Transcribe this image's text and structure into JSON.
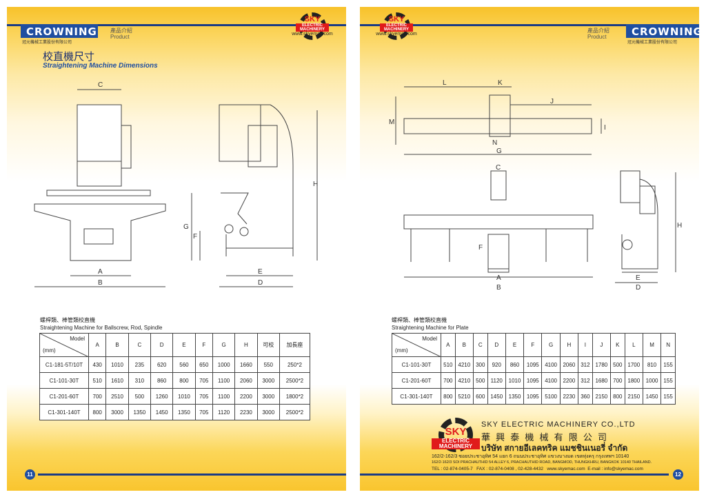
{
  "brand": {
    "name": "CROWNING",
    "sub": "冠元機械工業股份有限公司",
    "product_zh": "產品介紹",
    "product_en": "Product"
  },
  "sky_logo": {
    "sky": "SKY",
    "line1": "ELECTRIC",
    "line2": "MACHINERY",
    "url": "www.skyemac.com"
  },
  "left": {
    "title_zh": "校直機尺寸",
    "title_en": "Straightening Machine Dimensions",
    "drawing_labels": {
      "front": [
        "C",
        "A",
        "B"
      ],
      "side": [
        "H",
        "G",
        "F",
        "E",
        "D"
      ]
    },
    "table": {
      "caption_zh": "螺桿類、棒管類校直機",
      "caption_en": "Straightening Machine for Ballscrew, Rod, Spindle",
      "corner_model": "Model",
      "corner_unit": "(mm)",
      "headers": [
        "A",
        "B",
        "C",
        "D",
        "E",
        "F",
        "G",
        "H",
        "可校",
        "加長座"
      ],
      "rows": [
        [
          "C1-181-5T/10T",
          "430",
          "1010",
          "235",
          "620",
          "560",
          "650",
          "1000",
          "1660",
          "550",
          "250*2"
        ],
        [
          "C1-101-30T",
          "510",
          "1610",
          "310",
          "860",
          "800",
          "705",
          "1100",
          "2060",
          "3000",
          "2500*2"
        ],
        [
          "C1-201-60T",
          "700",
          "2510",
          "500",
          "1260",
          "1010",
          "705",
          "1100",
          "2200",
          "3000",
          "1800*2"
        ],
        [
          "C1-301-140T",
          "800",
          "3000",
          "1350",
          "1450",
          "1350",
          "705",
          "1120",
          "2230",
          "3000",
          "2500*2"
        ]
      ]
    },
    "page_number": "11"
  },
  "right": {
    "drawing_labels": {
      "top": [
        "L",
        "K",
        "J",
        "M",
        "I",
        "N",
        "G"
      ],
      "front": [
        "C",
        "F",
        "A",
        "B"
      ],
      "side": [
        "H",
        "E",
        "D"
      ]
    },
    "table": {
      "caption_zh": "螺桿類、棒管類校直機",
      "caption_en": "Straightening Machine for Plate",
      "corner_model": "Model",
      "corner_unit": "(mm)",
      "headers": [
        "A",
        "B",
        "C",
        "D",
        "E",
        "F",
        "G",
        "H",
        "I",
        "J",
        "K",
        "L",
        "M",
        "N"
      ],
      "rows": [
        [
          "C1-101-30T",
          "510",
          "4210",
          "300",
          "920",
          "860",
          "1095",
          "4100",
          "2060",
          "312",
          "1780",
          "500",
          "1700",
          "810",
          "155"
        ],
        [
          "C1-201-60T",
          "700",
          "4210",
          "500",
          "1120",
          "1010",
          "1095",
          "4100",
          "2200",
          "312",
          "1680",
          "700",
          "1800",
          "1000",
          "155"
        ],
        [
          "C1-301-140T",
          "800",
          "5210",
          "600",
          "1450",
          "1350",
          "1095",
          "5100",
          "2230",
          "360",
          "2150",
          "800",
          "2150",
          "1450",
          "155"
        ]
      ]
    },
    "company": {
      "en": "SKY ELECTRIC MACHINERY CO.,LTD",
      "zh": "華 興 泰 機 械 有 限 公 司",
      "th": "บริษัท สกายอีเลคทริค แมชชินเนอรี่ จำกัด",
      "addr_th": "162/2-162/3 ซอยประชาอุทิศ 54 แยก 6 ถนนประชาอุทิศ แขวงบางมด เขตทุ่งครุ กรุงเทพฯ 10140",
      "addr_en": "162/2-162/3 SOI PRACHAUTHID 54 ALLEY 6, PRACHAUTHID ROAD, BANGMOD, THUNGKHRU, BANGKOK 10140 THAILAND.",
      "contact": "TEL : 02-874-0405-7   FAX : 02-874-0408 , 02-428-4432   www.skyemac.com  E-mail : info@skyemac.com"
    },
    "page_number": "12"
  }
}
